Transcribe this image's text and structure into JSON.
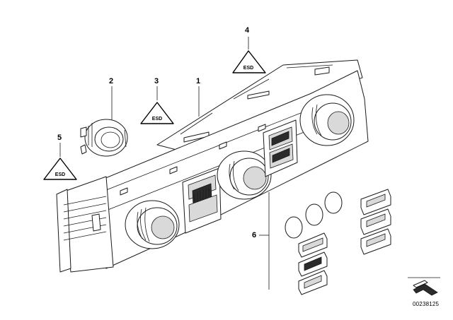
{
  "diagram": {
    "callouts": [
      {
        "id": "c1",
        "label": "1"
      },
      {
        "id": "c2",
        "label": "2"
      },
      {
        "id": "c3",
        "label": "3"
      },
      {
        "id": "c4",
        "label": "4"
      },
      {
        "id": "c5",
        "label": "5"
      },
      {
        "id": "c6",
        "label": "6"
      }
    ],
    "warning_symbol_text": "ESD",
    "document_id": "00238125"
  }
}
